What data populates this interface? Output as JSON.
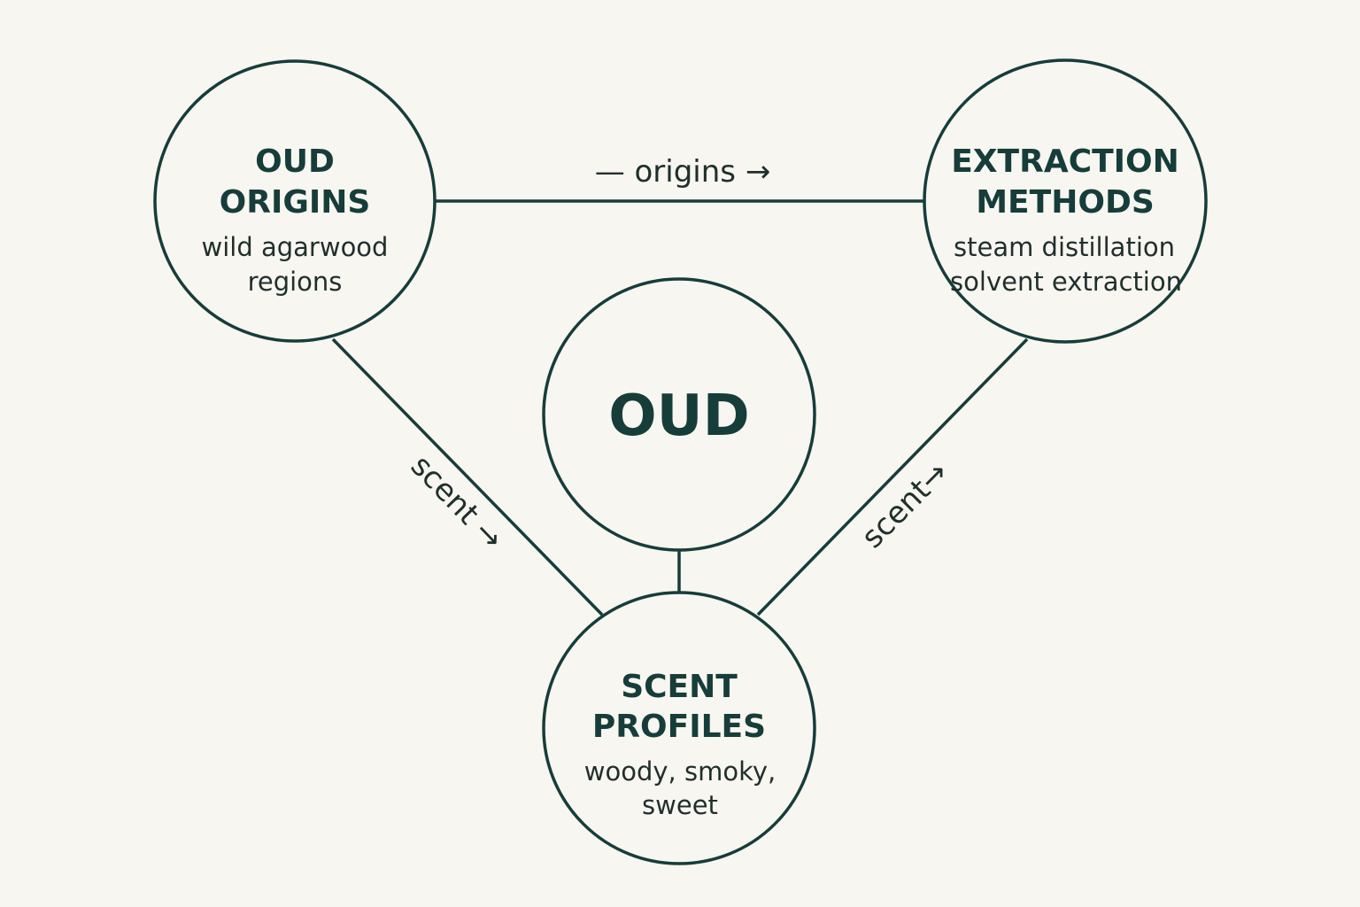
{
  "colors": {
    "background": "#f8f6f0",
    "stroke": "#163d3a",
    "title_text": "#163d3a",
    "body_text": "#1f2f2d"
  },
  "center": {
    "title": "OUD"
  },
  "nodes": {
    "origins": {
      "title_line1": "OUD",
      "title_line2": "ORIGINS",
      "desc_line1": "wild agarwood",
      "desc_line2": "regions"
    },
    "extraction": {
      "title_line1": "EXTRACTION",
      "title_line2": "METHODS",
      "desc_line1": "steam distillation",
      "desc_line2": "solvent extraction"
    },
    "scent": {
      "title_line1": "SCENT",
      "title_line2": "PROFILES",
      "desc_line1": "woody, smoky,",
      "desc_line2": "sweet"
    }
  },
  "edges": {
    "origins_to_extraction": "— origins →",
    "origins_to_scent": "scent →",
    "extraction_to_scent": "scent→"
  }
}
